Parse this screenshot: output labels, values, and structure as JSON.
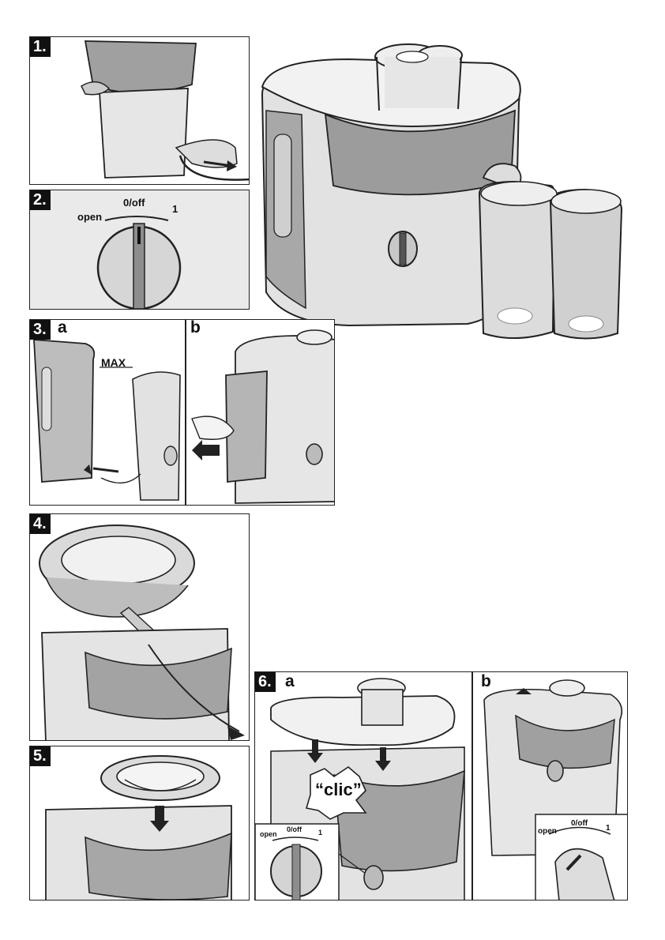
{
  "steps": {
    "s1": {
      "number": "1."
    },
    "s2": {
      "number": "2.",
      "dial": {
        "left": "open",
        "top": "0/off",
        "right": "1"
      }
    },
    "s3": {
      "number": "3.",
      "sub_a": "a",
      "sub_b": "b",
      "max_label": "MAX"
    },
    "s4": {
      "number": "4."
    },
    "s5": {
      "number": "5."
    },
    "s6": {
      "number": "6.",
      "sub_a": "a",
      "sub_b": "b",
      "clic": "“clic”",
      "dial_a": {
        "left": "open",
        "top": "0/off",
        "right": "1"
      },
      "dial_b": {
        "left": "open",
        "top": "0/off",
        "right": "1"
      }
    }
  },
  "colors": {
    "line": "#222222",
    "shade": "#9a9a9a",
    "light": "#d8d8d8",
    "mid": "#bdbdbd"
  }
}
